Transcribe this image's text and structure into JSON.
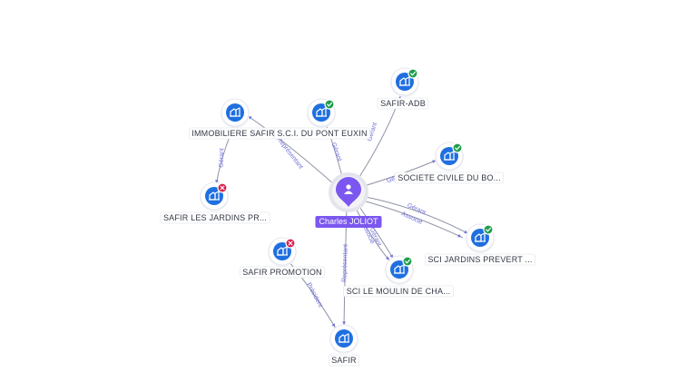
{
  "center": {
    "name": "Charles JOLIOT",
    "icon": "person-icon"
  },
  "nodes": [
    {
      "id": "immobiliere-safir",
      "label": "IMMOBILIERE SAFIR",
      "icon": "building-icon",
      "badge": ""
    },
    {
      "id": "sci-du-pont-euxin",
      "label": "S.C.I. DU PONT EUXIN",
      "icon": "building-icon",
      "badge": "active"
    },
    {
      "id": "safir-adb",
      "label": "SAFIR-ADB",
      "icon": "building-icon",
      "badge": "active"
    },
    {
      "id": "societe-civile-du-bo",
      "label": "SOCIETE CIVILE DU BO...",
      "icon": "building-icon",
      "badge": "active"
    },
    {
      "id": "safir-les-jardins",
      "label": "SAFIR LES JARDINS PR...",
      "icon": "building-icon",
      "badge": "closed"
    },
    {
      "id": "sci-jardins-prevert",
      "label": "SCI JARDINS PREVERT ...",
      "icon": "building-icon",
      "badge": "active"
    },
    {
      "id": "safir-promotion",
      "label": "SAFIR PROMOTION",
      "icon": "building-icon",
      "badge": "closed"
    },
    {
      "id": "sci-le-moulin",
      "label": "SCI LE MOULIN DE CHA...",
      "icon": "building-icon",
      "badge": "active"
    },
    {
      "id": "safir",
      "label": "SAFIR",
      "icon": "building-icon",
      "badge": ""
    }
  ],
  "edges": [
    {
      "from": "center",
      "to": "immobiliere-safir",
      "label": "Représentant"
    },
    {
      "from": "center",
      "to": "sci-du-pont-euxin",
      "label": "Gérant"
    },
    {
      "from": "center",
      "to": "safir-adb",
      "label": "Gérant"
    },
    {
      "from": "center",
      "to": "societe-civile-du-bo",
      "label": "Gérant"
    },
    {
      "from": "center",
      "to": "sci-jardins-prevert",
      "label": "Gérant"
    },
    {
      "from": "center",
      "to": "sci-jardins-prevert",
      "label": "Associé"
    },
    {
      "from": "center",
      "to": "sci-le-moulin",
      "label": "Gérant"
    },
    {
      "from": "center",
      "to": "sci-le-moulin",
      "label": "Associé"
    },
    {
      "from": "center",
      "to": "safir",
      "label": "Représentant"
    },
    {
      "from": "immobiliere-safir",
      "to": "safir-les-jardins",
      "label": "Gérant"
    },
    {
      "from": "safir-promotion",
      "to": "safir",
      "label": "Président"
    }
  ],
  "colors": {
    "company": "#1f6fe0",
    "person": "#7b57ef",
    "active": "#1f9d4c",
    "closed": "#d81f4a",
    "edge": "#8f93a6",
    "edge_label": "#6f6fd8"
  }
}
